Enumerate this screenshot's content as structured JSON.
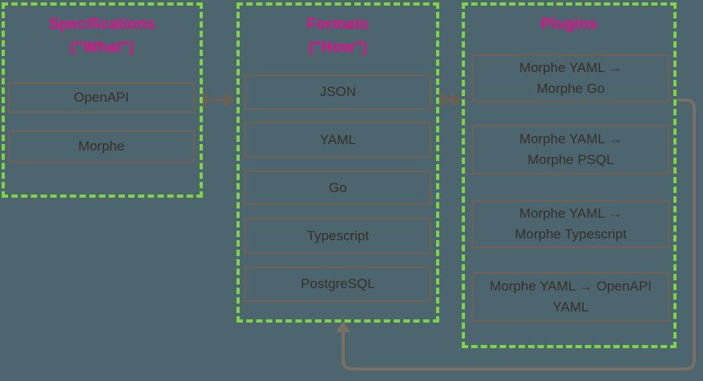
{
  "diagram": {
    "columns": [
      {
        "title": [
          "Specifications",
          "(\"What\")"
        ],
        "nodes": [
          {
            "lines": [
              "OpenAPI"
            ]
          },
          {
            "lines": [
              "Morphe"
            ]
          }
        ]
      },
      {
        "title": [
          "Formats",
          "(\"How\")"
        ],
        "nodes": [
          {
            "lines": [
              "JSON"
            ]
          },
          {
            "lines": [
              "YAML"
            ]
          },
          {
            "lines": [
              "Go"
            ]
          },
          {
            "lines": [
              "Typescript"
            ]
          },
          {
            "lines": [
              "PostgreSQL"
            ]
          }
        ]
      },
      {
        "title": [
          "Plugins"
        ],
        "nodes": [
          {
            "lines": [
              "Morphe YAML →",
              "Morphe Go"
            ]
          },
          {
            "lines": [
              "Morphe YAML →",
              "Morphe PSQL"
            ]
          },
          {
            "lines": [
              "Morphe YAML →",
              "Morphe Typescript"
            ]
          },
          {
            "lines": [
              "Morphe YAML → OpenAPI",
              "YAML"
            ]
          }
        ]
      }
    ],
    "arrows": [
      {
        "name": "specifications-to-formats"
      },
      {
        "name": "formats-to-plugins"
      },
      {
        "name": "plugins-feedback-to-formats"
      }
    ]
  },
  "colors": {
    "background": "#4d656e",
    "container_border": "#7dd542",
    "title_text": "#e40d8d",
    "node_border": "#6f6154",
    "node_text": "#37302a",
    "arrow": "#6c6054",
    "feedback_arrow": "#7b6e63"
  }
}
